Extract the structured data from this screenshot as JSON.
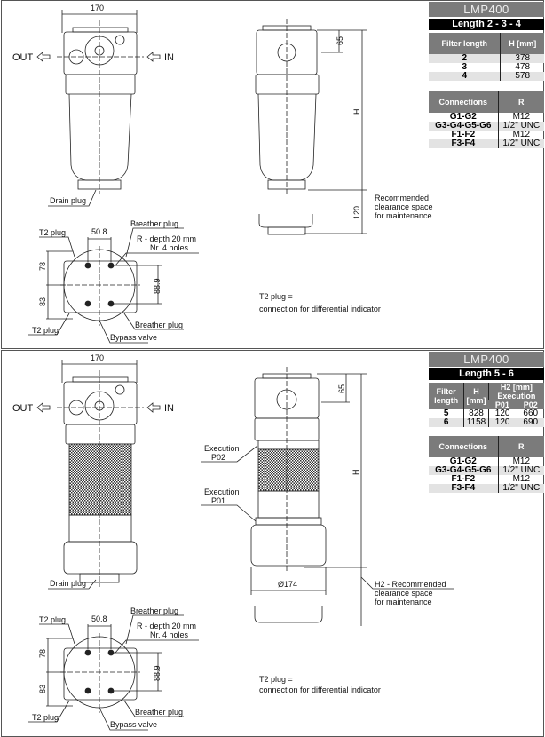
{
  "top": {
    "brand": "LMP400",
    "length_title": "Length 2 - 3 - 4",
    "dim_width": "170",
    "out": "OUT",
    "in": "IN",
    "drain_plug": "Drain plug",
    "dim_65": "65",
    "dim_H": "H",
    "dim_120": "120",
    "clearance": [
      "Recommended",
      "clearance space",
      "for maintenance"
    ],
    "breather_plug": "Breather plug",
    "r_depth": "R - depth 20 mm",
    "holes": "Nr. 4 holes",
    "t2_plug": "T2 plug",
    "dim_508": "50.8",
    "dim_78": "78",
    "dim_83": "83",
    "dim_889": "88.9",
    "bypass_valve": "Bypass valve",
    "t2_note": [
      "T2 plug =",
      "connection for differential indicator"
    ],
    "length_table": {
      "headers": [
        "Filter length",
        "H [mm]"
      ],
      "rows": [
        [
          "2",
          "378"
        ],
        [
          "3",
          "478"
        ],
        [
          "4",
          "578"
        ]
      ]
    },
    "conn_table": {
      "headers": [
        "Connections",
        "R"
      ],
      "rows": [
        [
          "G1-G2",
          "M12"
        ],
        [
          "G3-G4-G5-G6",
          "1/2\" UNC"
        ],
        [
          "F1-F2",
          "M12"
        ],
        [
          "F3-F4",
          "1/2\" UNC"
        ]
      ]
    }
  },
  "bottom": {
    "brand": "LMP400",
    "length_title": "Length 5 - 6",
    "dim_width": "170",
    "out": "OUT",
    "in": "IN",
    "drain_plug": "Drain plug",
    "dim_65": "65",
    "dim_H": "H",
    "dim_174": "Ø174",
    "exec_p02": [
      "Execution",
      "P02"
    ],
    "exec_p01": [
      "Execution",
      "P01"
    ],
    "clearance": [
      "H2 - Recommended",
      "clearance space",
      "for maintenance"
    ],
    "breather_plug": "Breather plug",
    "r_depth": "R - depth 20 mm",
    "holes": "Nr. 4 holes",
    "t2_plug": "T2 plug",
    "dim_508": "50.8",
    "dim_78": "78",
    "dim_83": "83",
    "dim_889": "88.9",
    "bypass_valve": "Bypass valve",
    "t2_note": [
      "T2 plug =",
      "connection for differential indicator"
    ],
    "length_table": {
      "headers": [
        "Filter length",
        "H [mm]",
        "H2 [mm] Execution",
        "P01",
        "P02"
      ],
      "rows": [
        [
          "5",
          "828",
          "120",
          "660"
        ],
        [
          "6",
          "1158",
          "120",
          "690"
        ]
      ]
    },
    "conn_table": {
      "headers": [
        "Connections",
        "R"
      ],
      "rows": [
        [
          "G1-G2",
          "M12"
        ],
        [
          "G3-G4-G5-G6",
          "1/2\" UNC"
        ],
        [
          "F1-F2",
          "M12"
        ],
        [
          "F3-F4",
          "1/2\" UNC"
        ]
      ]
    }
  }
}
